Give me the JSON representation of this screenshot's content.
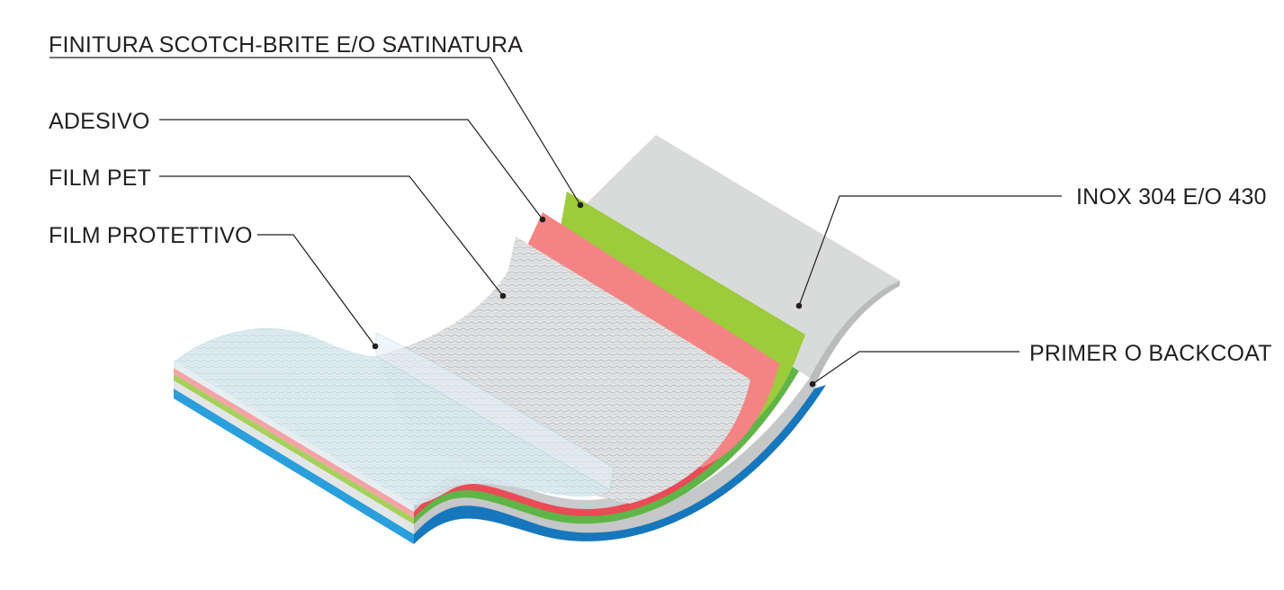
{
  "diagram": {
    "labels": {
      "finitura": "FINITURA SCOTCH-BRITE E/O SATINATURA",
      "adesivo": "ADESIVO",
      "film_pet": "FILM PET",
      "film_protettivo": "FILM PROTETTIVO",
      "inox": "INOX 304 E/O 430",
      "primer": "PRIMER O BACKCOAT"
    },
    "colors": {
      "protective_film": "#dcebf1",
      "pet_film": "#e6e6e6",
      "adhesive": "#f48384",
      "finish_layer": "#9ccb3b",
      "inox_steel": "#d9dbda",
      "primer_backcoat": "#1e88c9",
      "leader_lines": "#231f20"
    }
  }
}
